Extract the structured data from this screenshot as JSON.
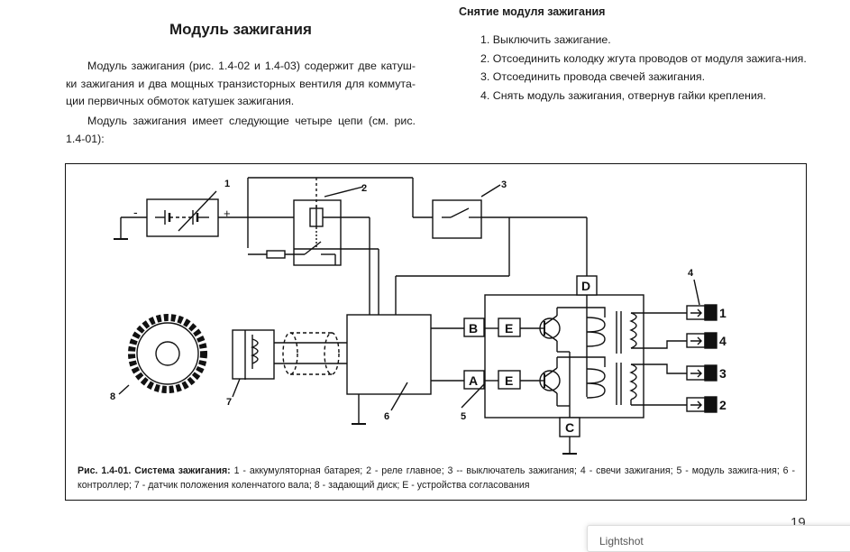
{
  "left": {
    "title": "Модуль зажигания",
    "para1": "Модуль зажигания (рис. 1.4-02 и 1.4-03) содержит две катуш-ки зажигания и два мощных транзисторных вентиля для коммута-ции первичных обмоток катушек зажигания.",
    "para2": "Модуль зажигания имеет следующие четыре цепи (см. рис. 1.4-01):"
  },
  "right": {
    "title": "Снятие модуля зажигания",
    "steps": [
      "1. Выключить зажигание.",
      "2. Отсоединить колодку жгута проводов от модуля зажига-ния.",
      "3. Отсоединить провода свечей зажигания.",
      "4. Снять модуль зажигания, отвернув гайки крепления."
    ]
  },
  "diagram": {
    "callouts": [
      "1",
      "2",
      "3",
      "4",
      "5",
      "6",
      "7",
      "8"
    ],
    "minus": "-",
    "plus": "+",
    "pins": [
      "D",
      "B",
      "A",
      "C"
    ],
    "matching": [
      "E",
      "E"
    ],
    "plug_numbers": [
      "1",
      "4",
      "3",
      "2"
    ]
  },
  "caption": {
    "lead": "Рис. 1.4-01. Система зажигания:",
    "text": " 1 - аккумуляторная батарея; 2 -  реле главное; 3 -- выключатель зажигания; 4 - свечи зажигания; 5 - модуль зажига-ния; 6 - контроллер; 7 - датчик положения коленчатого вала; 8 - задающий диск; Е - устройства согласования"
  },
  "page_number": "19",
  "popup": {
    "label": "Lightshot"
  }
}
